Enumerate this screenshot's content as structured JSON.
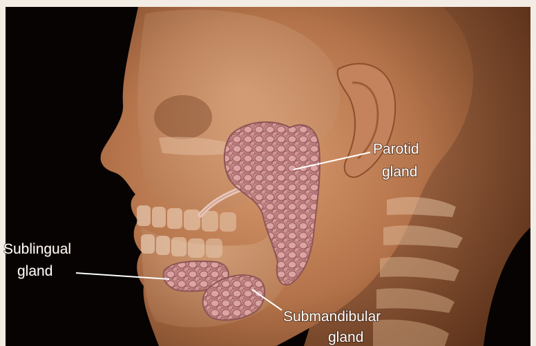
{
  "labels": {
    "parotid": {
      "line1": "Parotid",
      "line2": "gland"
    },
    "sublingual": {
      "line1": "Sublingual",
      "line2": "gland"
    },
    "submandibular": {
      "line1": "Submandibular",
      "line2": "gland"
    }
  },
  "colors": {
    "frame": "#f3ece4",
    "background": "#060302",
    "skin": "#b4734a",
    "gland": "#c98989",
    "label": "#ffffff"
  }
}
